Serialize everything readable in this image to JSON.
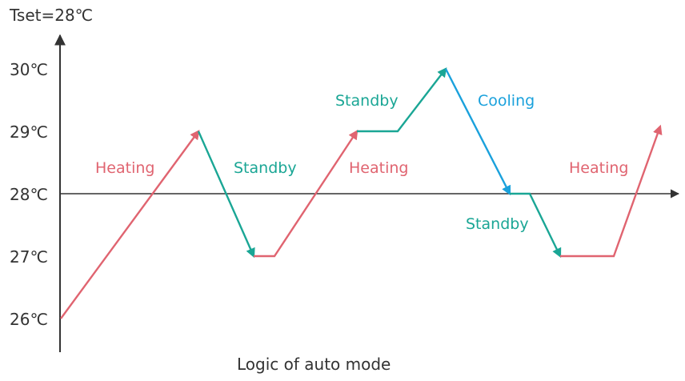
{
  "tset_label": "Tset=28℃",
  "caption": "Logic of auto mode",
  "y_axis": {
    "ticks": [
      {
        "value": 30,
        "label": "30℃"
      },
      {
        "value": 29,
        "label": "29℃"
      },
      {
        "value": 28,
        "label": "28℃"
      },
      {
        "value": 27,
        "label": "27℃"
      },
      {
        "value": 26,
        "label": "26℃"
      }
    ],
    "setpoint": 28
  },
  "colors": {
    "heating": "#e06470",
    "standby": "#1aa695",
    "cooling": "#1aa1dc",
    "axis": "#333333"
  },
  "mode_labels": {
    "heating_1": "Heating",
    "standby_1": "Standby",
    "heating_2": "Heating",
    "standby_2": "Standby",
    "cooling_1": "Cooling",
    "standby_3": "Standby",
    "heating_3": "Heating"
  },
  "segments": [
    {
      "mode": "heating",
      "from": 26,
      "to": 29
    },
    {
      "mode": "standby",
      "from": 29,
      "to": 27
    },
    {
      "mode": "heating",
      "from": 27,
      "to": 29
    },
    {
      "mode": "standby",
      "from": 29,
      "to": 30
    },
    {
      "mode": "cooling",
      "from": 30,
      "to": 28
    },
    {
      "mode": "standby",
      "from": 28,
      "to": 27
    },
    {
      "mode": "heating",
      "from": 27,
      "to": 29
    }
  ]
}
